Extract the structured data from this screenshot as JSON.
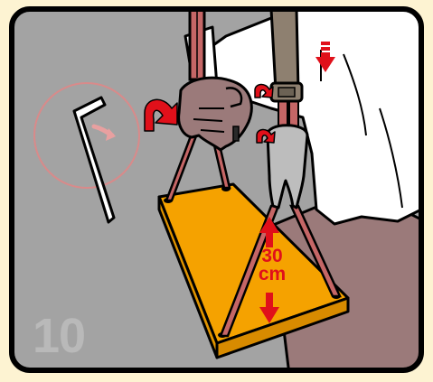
{
  "panel": {
    "step_number": "10",
    "measurement": {
      "value": "30",
      "unit": "cm"
    }
  },
  "colors": {
    "page_background": "#fdf3d2",
    "panel_background": "#a3a3a3",
    "panel_border": "#000000",
    "seat": "#f5a200",
    "rope": "#c56666",
    "arrow": "#e0101a",
    "step_number": "#b9b9b9",
    "hex_key_circle": "#d98a8a",
    "shirt": "#ffffff",
    "trousers": "#9b7a7a"
  },
  "icons": [
    "hex-key-icon",
    "rotate-arrow-icon",
    "down-arrow-icon",
    "double-headed-arrow-icon"
  ]
}
